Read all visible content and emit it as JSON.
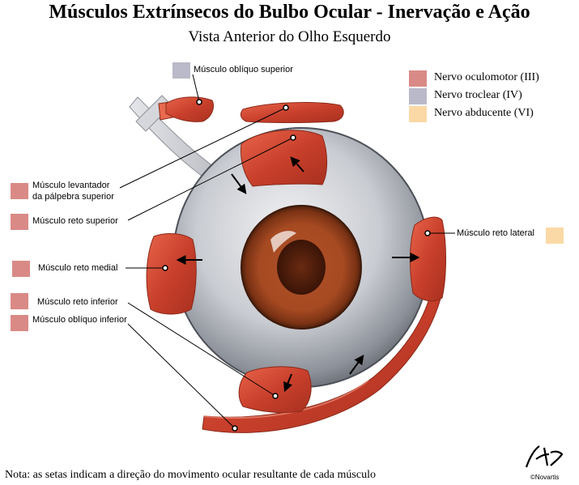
{
  "title": "Músculos Extrínsecos do Bulbo Ocular - Inervação e Ação",
  "subtitle": "Vista Anterior do Olho Esquerdo",
  "colors": {
    "oculomotor": "#d98a86",
    "troclear": "#b9b9c9",
    "abducente": "#fbd9a6"
  },
  "legend": [
    {
      "label": "Nervo oculomotor (III)",
      "color": "#d98a86"
    },
    {
      "label": "Nervo troclear (IV)",
      "color": "#b9b9c9"
    },
    {
      "label": "Nervo abducente (VI)",
      "color": "#fbd9a6"
    }
  ],
  "muscles": {
    "obliquo_superior": "Músculo oblíquo superior",
    "levantador_line1": "Músculo levantador",
    "levantador_line2": "da pálpebra superior",
    "reto_superior": "Músculo reto superior",
    "reto_medial": "Músculo reto medial",
    "reto_inferior": "Músculo reto inferior",
    "obliquo_inferior": "Músculo oblíquo inferior",
    "reto_lateral": "Músculo reto lateral"
  },
  "note": "Nota: as setas indicam a direção do movimento ocular resultante de cada músculo",
  "credit": "©Novartis"
}
